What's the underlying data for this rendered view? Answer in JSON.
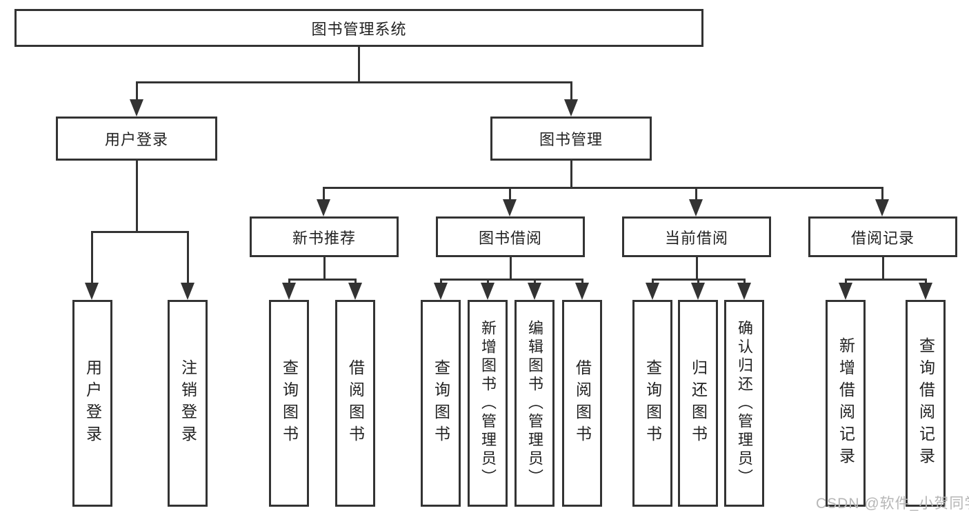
{
  "diagram": {
    "root": {
      "label": "图书管理系统"
    },
    "branches": {
      "user_login": {
        "label": "用户登录"
      },
      "book_mgmt": {
        "label": "图书管理"
      }
    },
    "modules": {
      "new_book_rec": {
        "label": "新书推荐"
      },
      "book_borrow": {
        "label": "图书借阅"
      },
      "current_borrow": {
        "label": "当前借阅"
      },
      "borrow_records": {
        "label": "借阅记录"
      }
    },
    "leaves": {
      "user_login": [
        "用户登录",
        "注销登录"
      ],
      "new_book_rec": [
        "查询图书",
        "借阅图书"
      ],
      "book_borrow": [
        "查询图书",
        "新增图书（管理员）",
        "编辑图书（管理员）",
        "借阅图书"
      ],
      "current_borrow": [
        "查询图书",
        "归还图书",
        "确认归还（管理员）"
      ],
      "borrow_records": [
        "新增借阅记录",
        "查询借阅记录"
      ]
    }
  },
  "watermark": {
    "text": "CSDN @软件_小贺同学"
  },
  "colors": {
    "line": "#333333",
    "text": "#222222",
    "watermark": "#b6b6b6",
    "background": "#ffffff"
  }
}
